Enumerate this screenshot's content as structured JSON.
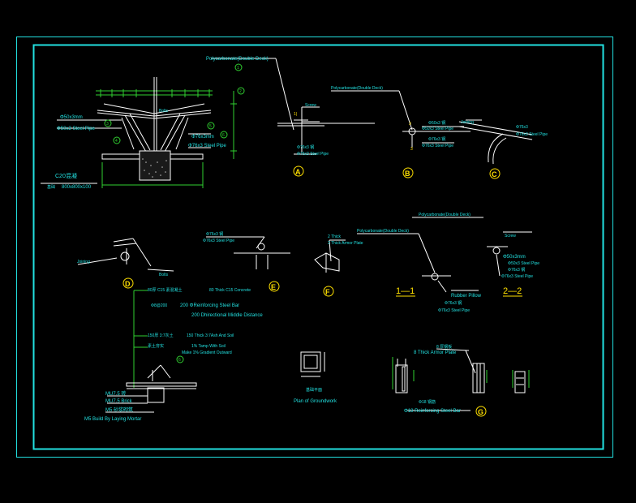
{
  "colors": {
    "background": "#000000",
    "frame": "#22e0e0",
    "line": "#ffffff",
    "label": "#ffe000",
    "text": "#22e0e0",
    "green": "#30d030"
  },
  "detail_main": {
    "polycarbonate": "Polycarbonate(Double Deck)",
    "pipe_50": "Φ50x3mm",
    "steel_pipe_50": "Φ50x3 Steel Pipe",
    "pipe_76": "Φ76x3mm",
    "steel_pipe_76": "Φ76x3 Steel Pipe",
    "concrete": "C20混凝",
    "footing": "800x800x100",
    "footing_prefix": "基础",
    "bolts": "Bolts",
    "callouts": [
      "1",
      "2",
      "3",
      "4",
      "5",
      "6"
    ]
  },
  "detail_a": {
    "polycarbonate": "Polycarbonate(Double Deck)",
    "screw": "Screw",
    "pipe": "Φ76x3 钢",
    "steel_pipe": "Φ76x3 Steel Pipe",
    "marker": "A",
    "sec": "1|"
  },
  "detail_b": {
    "polycarbonate": "Polycarbonate(Double Deck)",
    "pipe1": "Φ50x3 钢",
    "steel_pipe1": "Φ50x3 Steel Pipe",
    "pipe2": "Φ76x3 钢",
    "steel_pipe2": "Φ76x3 Steel Pipe",
    "marker": "B",
    "n1": "3",
    "n2": "3"
  },
  "detail_c": {
    "joining": "Joining",
    "pipe": "Φ76x3",
    "steel_pipe": "Φ76x3 Steel Pipe",
    "marker": "C"
  },
  "detail_d": {
    "joining": "Joining",
    "bolts": "Bolts",
    "marker": "D"
  },
  "detail_e": {
    "pipe": "Φ76x3 钢",
    "steel_pipe": "Φ76x3 Steel Pipe",
    "marker": "E"
  },
  "detail_f": {
    "thick": "2 Thick",
    "plate": "2 Thick Armor Plate",
    "marker": "F"
  },
  "section_11": {
    "polycarbonate": "Polycarbonate(Double Deck)",
    "pillow": "Rubber Pillow",
    "pipe": "Φ76x3 钢",
    "steel_pipe": "Φ76x3 Steel Pipe",
    "label": "1—1"
  },
  "section_22": {
    "polycarbonate": "Polycarbonate(Double Deck)",
    "screw": "Screw",
    "pipe1": "Φ50x3mm",
    "steel_pipe1": "Φ50x3 Steel Pipe",
    "pipe2": "Φ76x3 钢",
    "steel_pipe2": "Φ76x3 Steel Pipe",
    "label": "2—2"
  },
  "paving": {
    "l1a": "80厚 C15 素混凝土",
    "l1b": "80 Thick C15 Concrete",
    "l2a": "Φ8@200",
    "l2b": "200 ΦReinforcing Steel Bar",
    "l2c": "200 Dhirectional Middle Distance",
    "l3a": "150厚 3:7灰土",
    "l3b": "150 Thick 3:7Ash And Soil",
    "l4a": "素土夯实",
    "l4b": "1% Tamp With Soil",
    "l4c": "Make 1% Gradient Outward",
    "l5": "MU7.5 砖",
    "l6": "MU7.5 Brick",
    "l7": "M5 砂浆砌筑",
    "l8": "M5 Build By Laying Mortar",
    "callout": "6"
  },
  "plan": {
    "cn": "基础平面",
    "en": "Plan of Groundwork"
  },
  "detail_g": {
    "thick": "8 厚钢板",
    "plate": "8 Thick Armor Plate",
    "bar": "Φ18 钢筋",
    "bar_en": "Φ18 Reinforcing Steel Bar",
    "marker": "G"
  }
}
